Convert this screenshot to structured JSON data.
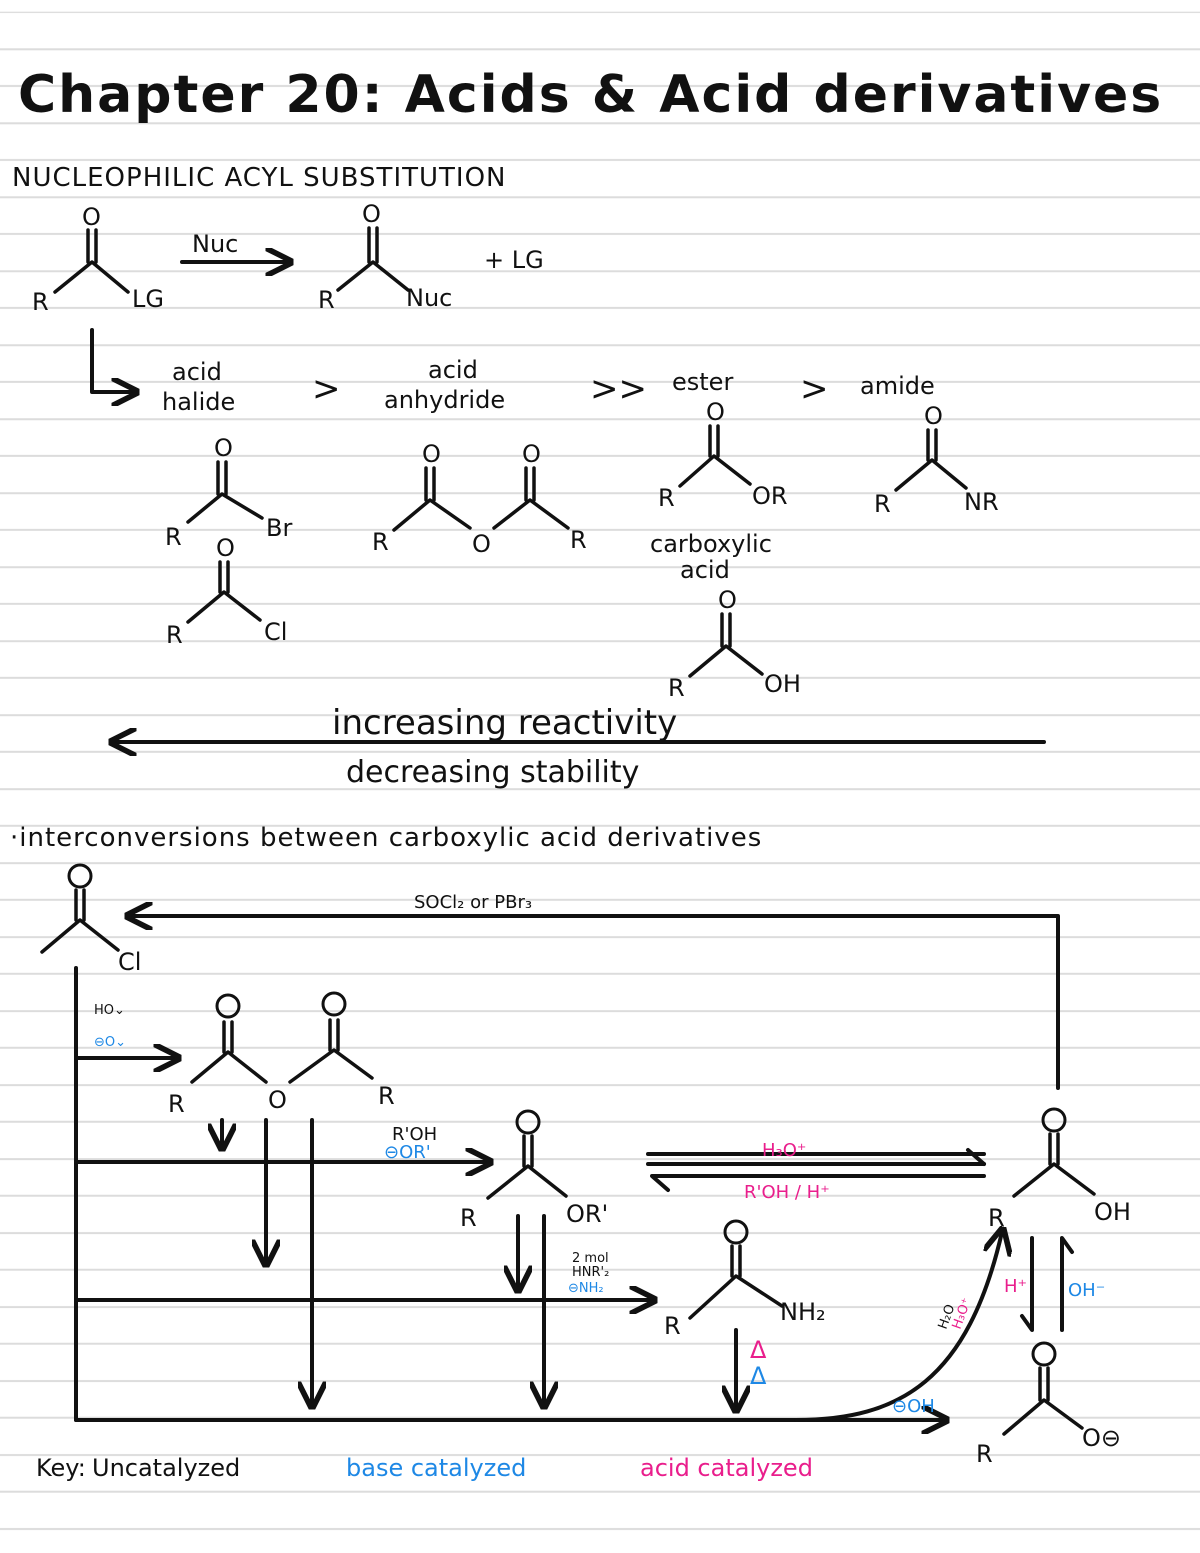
{
  "title": "Chapter 20: Acids & Acid derivatives",
  "section1": {
    "heading": "NUCLEOPHILIC ACYL SUBSTITUTION",
    "reaction": {
      "reagent": "Nuc",
      "plus": "+ LG",
      "atoms": {
        "o": "O",
        "r": "R",
        "lg": "LG",
        "nuc": "Nuc"
      }
    },
    "order": {
      "acid_halide": [
        "acid",
        "halide"
      ],
      "gt1": ">",
      "acid_anhydride": [
        "acid",
        "anhydride"
      ],
      "gt2": ">>",
      "ester": "ester",
      "gt3": ">",
      "amide": "amide",
      "carboxylic_acid": [
        "carboxylic",
        "acid"
      ]
    },
    "atoms": {
      "br": "Br",
      "cl": "Cl",
      "or": "OR",
      "nr": "NR",
      "oh": "OH",
      "o": "O",
      "r": "R"
    },
    "trend": {
      "line1": "increasing reactivity",
      "line2": "decreasing stability"
    }
  },
  "section2": {
    "heading": "·interconversions between carboxylic acid derivatives",
    "reagents": {
      "socl2": "SOCl₂ or PBr₃",
      "roh": "R'OH",
      "or_minus": "⊖OR'",
      "h3o": "H₃O⁺",
      "roh_h": "R'OH / H⁺",
      "two_mol": "2 mol",
      "hnr2": "HNR'₂",
      "nh2_minus": "⊖NH₂",
      "delta": "Δ",
      "h2o": "H₂O",
      "h3o_alt": "H₃O⁺",
      "oh_minus": "⊖OH",
      "h_plus": "H⁺",
      "oh_right": "OH⁻"
    },
    "atoms": {
      "cl": "Cl",
      "or_prime": "OR'",
      "nh2": "NH₂",
      "oh": "OH",
      "o": "O",
      "r": "R",
      "o_minus": "O⊖"
    }
  },
  "key": {
    "label": "Key:",
    "uncatalyzed": "Uncatalyzed",
    "base": "base catalyzed",
    "acid": "acid catalyzed"
  },
  "colors": {
    "ink": "#111111",
    "base": "#1e88e5",
    "acid": "#e91e8c"
  }
}
